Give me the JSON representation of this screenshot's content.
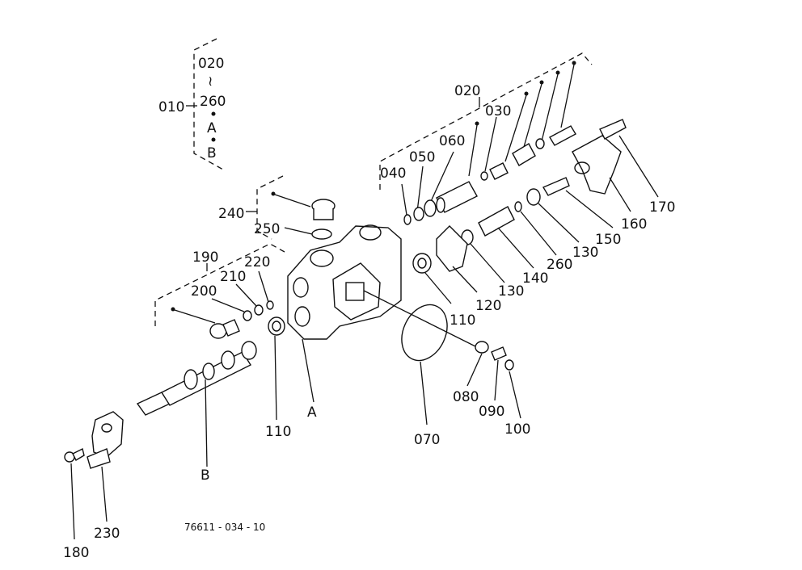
{
  "labels": {
    "l010": "010",
    "l020a": "020",
    "l260a": "260",
    "tilde": "≀",
    "lA1": "A",
    "lB1": "B",
    "l020b": "020",
    "l030": "030",
    "l040": "040",
    "l050": "050",
    "l060": "060",
    "l170": "170",
    "l160": "160",
    "l150": "150",
    "l130a": "130",
    "l260b": "260",
    "l140": "140",
    "l130b": "130",
    "l120": "120",
    "l110a": "110",
    "l240": "240",
    "l250": "250",
    "l190": "190",
    "l200": "200",
    "l210": "210",
    "l220": "220",
    "l110b": "110",
    "lA2": "A",
    "lB2": "B",
    "l070": "070",
    "l080": "080",
    "l090": "090",
    "l100": "100",
    "l180": "180",
    "l230": "230",
    "partno": "76611 - 034 - 10"
  }
}
